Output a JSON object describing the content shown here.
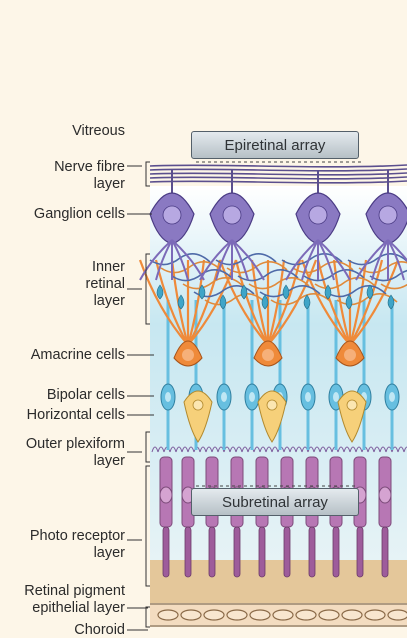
{
  "arrays": {
    "epiretinal": "Epiretinal array",
    "subretinal": "Subretinal array"
  },
  "labels": {
    "vitreous": "Vitreous",
    "nerve_fibre": "Nerve fibre\nlayer",
    "ganglion": "Ganglion cells",
    "inner_retinal": "Inner\nretinal\nlayer",
    "amacrine": "Amacrine cells",
    "bipolar": "Bipolar cells",
    "horizontal": "Horizontal cells",
    "outer_plexiform": "Outer plexiform\nlayer",
    "photoreceptor": "Photo receptor\nlayer",
    "rpe": "Retinal pigment\nepithelial layer",
    "choroid": "Choroid"
  },
  "colors": {
    "background": "#fdf6e8",
    "vitreous_blue": "#c7e7f1",
    "nerve_fibre": "#5b4f8e",
    "ganglion_cell": "#8a79c2",
    "amacrine_cell": "#ef8a3a",
    "bipolar_cell": "#67bfe0",
    "horizontal_cell": "#f6d07a",
    "photoreceptor": "#b777b4",
    "rpe": "#e4c79a",
    "choroid": "#f3dcc0"
  }
}
